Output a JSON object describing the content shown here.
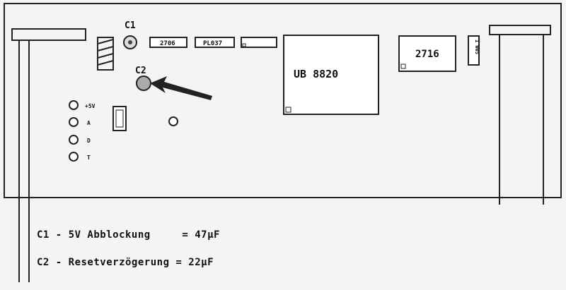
{
  "components": {
    "c1_label": "C1",
    "c2_label": "C2",
    "ic_2706": "2706",
    "ic_pl037": "PL037",
    "ic_ub8820": "UB 8820",
    "ic_2716": "2716",
    "side_chip": "1 W05"
  },
  "connector_labels": [
    "+5V",
    "A",
    "D",
    "T"
  ],
  "legend": {
    "line1": "C1 - 5V Abblockung     = 47µF",
    "line2": "C2 - Resetverzögerung = 22µF"
  }
}
